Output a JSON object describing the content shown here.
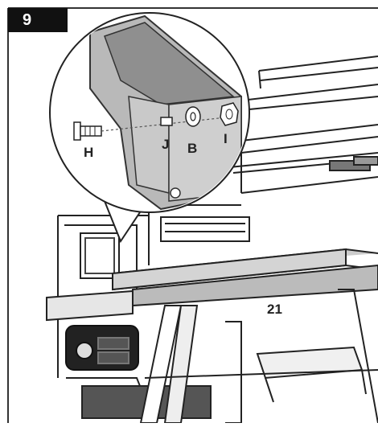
{
  "step": {
    "number": "9"
  },
  "callout": {
    "labels": {
      "h": "H",
      "j": "J",
      "b": "B",
      "i": "I"
    }
  },
  "main": {
    "part_label": "21"
  }
}
